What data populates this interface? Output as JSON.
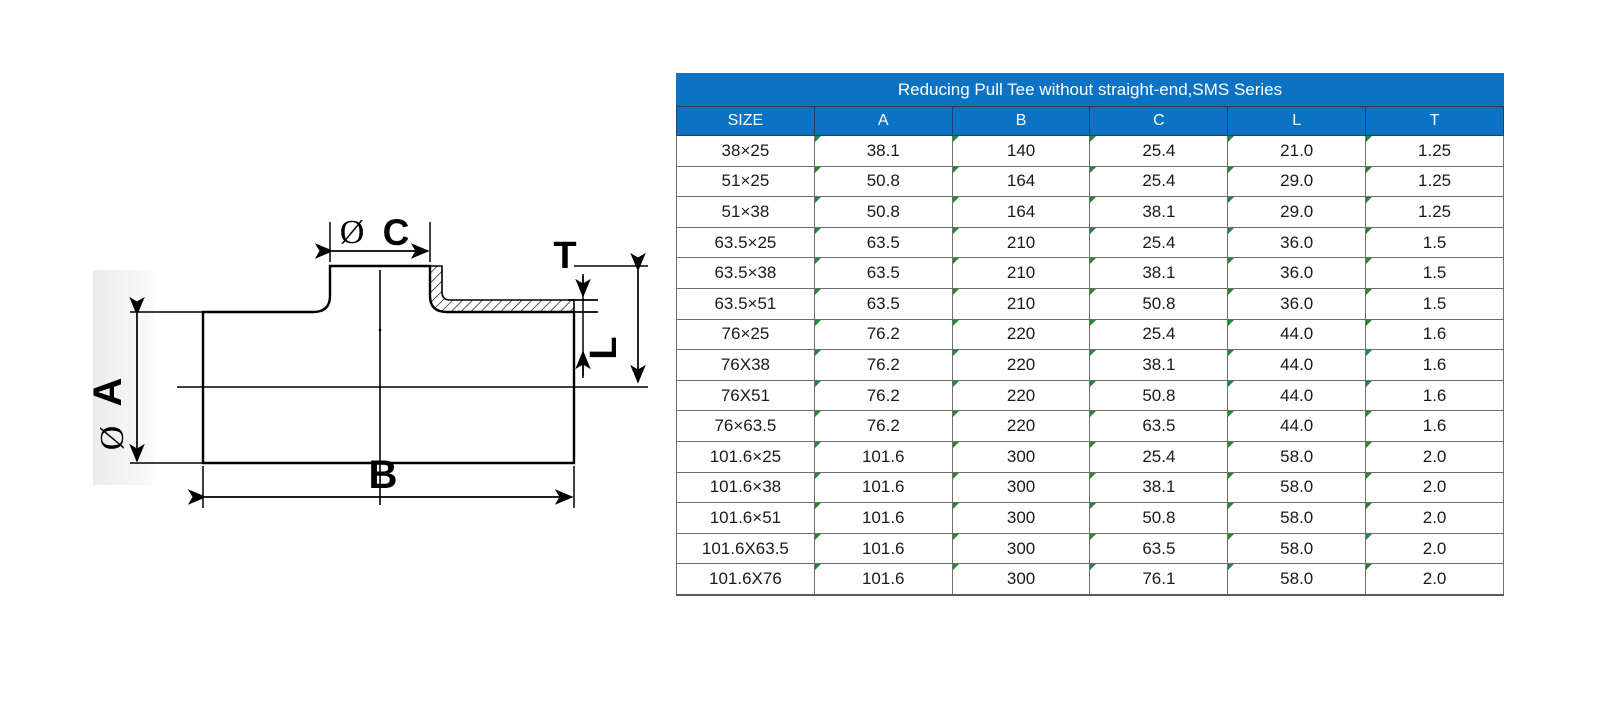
{
  "drawing": {
    "name": "reducing-pull-tee-cross-section",
    "labels": {
      "diameter_symbol": "Ø",
      "a": "A",
      "b": "B",
      "c": "C",
      "l": "L",
      "t": "T"
    }
  },
  "table": {
    "title": "Reducing Pull Tee without straight-end,SMS Series",
    "columns": [
      "SIZE",
      "A",
      "B",
      "C",
      "L",
      "T"
    ],
    "rows": [
      [
        "38×25",
        "38.1",
        "140",
        "25.4",
        "21.0",
        "1.25"
      ],
      [
        "51×25",
        "50.8",
        "164",
        "25.4",
        "29.0",
        "1.25"
      ],
      [
        "51×38",
        "50.8",
        "164",
        "38.1",
        "29.0",
        "1.25"
      ],
      [
        "63.5×25",
        "63.5",
        "210",
        "25.4",
        "36.0",
        "1.5"
      ],
      [
        "63.5×38",
        "63.5",
        "210",
        "38.1",
        "36.0",
        "1.5"
      ],
      [
        "63.5×51",
        "63.5",
        "210",
        "50.8",
        "36.0",
        "1.5"
      ],
      [
        "76×25",
        "76.2",
        "220",
        "25.4",
        "44.0",
        "1.6"
      ],
      [
        "76X38",
        "76.2",
        "220",
        "38.1",
        "44.0",
        "1.6"
      ],
      [
        "76X51",
        "76.2",
        "220",
        "50.8",
        "44.0",
        "1.6"
      ],
      [
        "76×63.5",
        "76.2",
        "220",
        "63.5",
        "44.0",
        "1.6"
      ],
      [
        "101.6×25",
        "101.6",
        "300",
        "25.4",
        "58.0",
        "2.0"
      ],
      [
        "101.6×38",
        "101.6",
        "300",
        "38.1",
        "58.0",
        "2.0"
      ],
      [
        "101.6×51",
        "101.6",
        "300",
        "50.8",
        "58.0",
        "2.0"
      ],
      [
        "101.6X63.5",
        "101.6",
        "300",
        "63.5",
        "58.0",
        "2.0"
      ],
      [
        "101.6X76",
        "101.6",
        "300",
        "76.1",
        "58.0",
        "2.0"
      ]
    ]
  },
  "colors": {
    "header_blue": "#0b72c4",
    "header_text": "#ffffff",
    "grid_line": "#6e6e6e",
    "cell_marker_green": "#1e8b3a",
    "drawing_ink": "#000000"
  }
}
